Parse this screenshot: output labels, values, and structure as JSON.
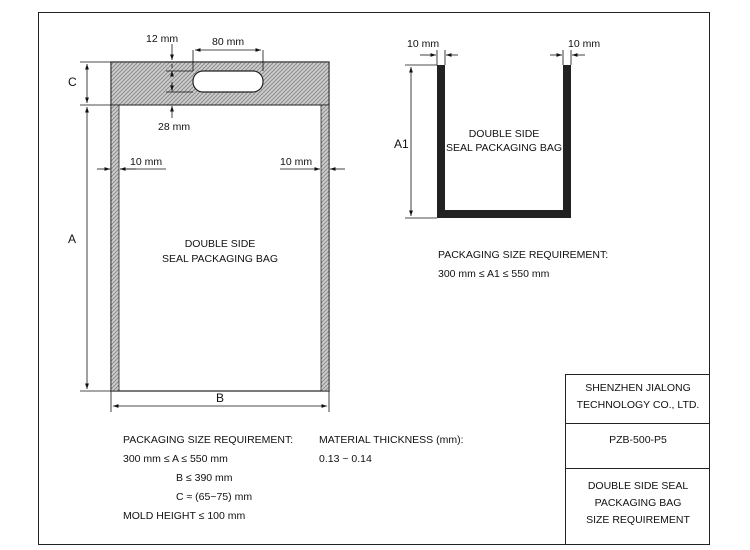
{
  "left_bag": {
    "title_lines": [
      "DOUBLE SIDE",
      "SEAL PACKAGING BAG"
    ],
    "dims": {
      "handle_top": "12 mm",
      "handle_width": "80 mm",
      "handle_bottom": "28 mm",
      "seal_left": "10 mm",
      "seal_right": "10 mm",
      "height": "A",
      "width": "B",
      "handle_zone": "C"
    }
  },
  "right_bag": {
    "title_lines": [
      "DOUBLE SIDE",
      "SEAL PACKAGING BAG"
    ],
    "dims": {
      "seal_left": "10 mm",
      "seal_right": "10 mm",
      "height": "A1"
    },
    "requirement": {
      "heading": "PACKAGING SIZE REQUIREMENT:",
      "line1": "300 mm ≤ A1 ≤ 550 mm"
    }
  },
  "requirements": {
    "heading": "PACKAGING SIZE REQUIREMENT:",
    "lines": [
      "300 mm ≤ A ≤ 550 mm",
      "B ≤ 390 mm",
      "C ≈ (65~75) mm",
      "MOLD HEIGHT ≤ 100 mm"
    ]
  },
  "material": {
    "heading": "MATERIAL THICKNESS (mm):",
    "value": "0.13 ~ 0.14"
  },
  "title_block": {
    "company_line1": "SHENZHEN JIALONG",
    "company_line2": "TECHNOLOGY CO., LTD.",
    "drawing_no": "PZB-500-P5",
    "title_line1": "DOUBLE SIDE SEAL",
    "title_line2": "PACKAGING BAG",
    "title_line3": "SIZE REQUIREMENT"
  }
}
